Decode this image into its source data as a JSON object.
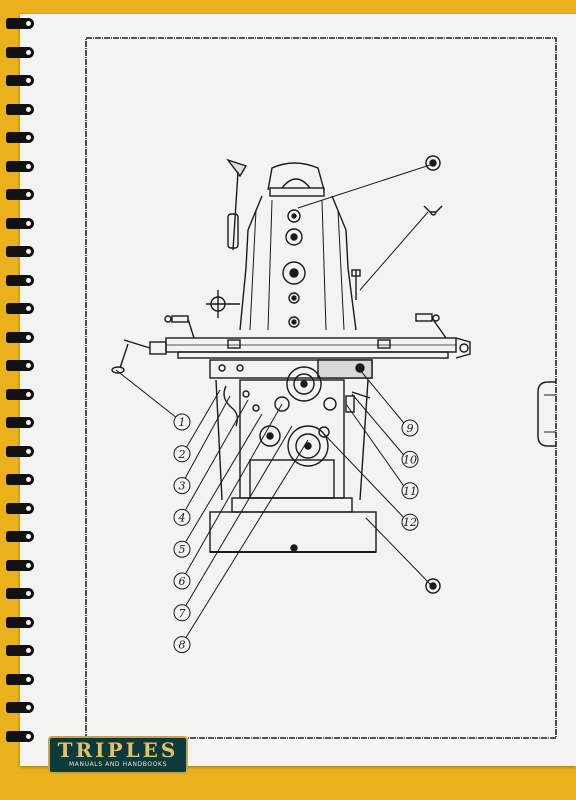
{
  "callouts": {
    "left": [
      "1",
      "2",
      "3",
      "4",
      "5",
      "6",
      "7",
      "8"
    ],
    "right": [
      "9",
      "10",
      "11",
      "12"
    ]
  },
  "logo": {
    "title": "TRIPLES",
    "subtitle": "MANUALS AND HANDBOOKS"
  },
  "colors": {
    "background": "#e9b21c",
    "paper": "#f3f3f1",
    "ink": "#1a1a1a",
    "logo_bg": "#0c3b3e",
    "logo_text": "#e3c06a"
  }
}
